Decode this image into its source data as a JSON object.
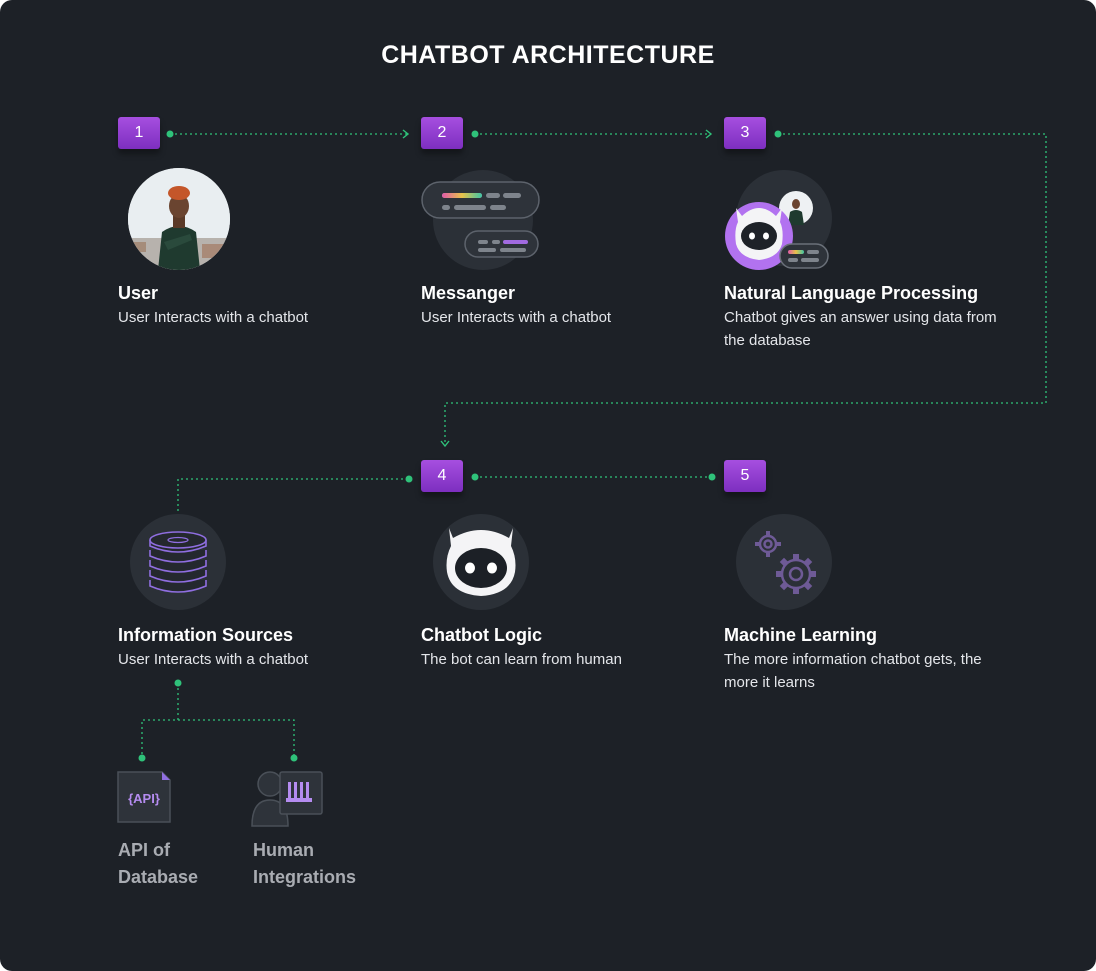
{
  "title": "CHATBOT ARCHITECTURE",
  "accent_color": "#2fc27a",
  "badge_color": "#9b43d8",
  "steps": [
    {
      "number": "1",
      "title": "User",
      "description": "User Interacts with a chatbot",
      "icon": "user-avatar"
    },
    {
      "number": "2",
      "title": "Messanger",
      "description": "User Interacts with a chatbot",
      "icon": "chat-bubbles-icon"
    },
    {
      "number": "3",
      "title": "Natural Language Processing",
      "description": "Chatbot gives an answer using data from the database",
      "icon": "bot-with-user-icon"
    },
    {
      "number": "4",
      "title": "Chatbot Logic",
      "description": "The bot can learn from human",
      "icon": "bot-head-icon"
    },
    {
      "number": "5",
      "title": "Machine Learning",
      "description": "The more information chatbot gets, the more it learns",
      "icon": "gears-icon"
    }
  ],
  "information_sources": {
    "title": "Information Sources",
    "description": "User Interacts with a chatbot",
    "icon": "database-icon",
    "children": [
      {
        "label": "API of Database",
        "icon": "api-document-icon",
        "badge_text": "{API}"
      },
      {
        "label": "Human Integrations",
        "icon": "human-integration-icon"
      }
    ]
  }
}
